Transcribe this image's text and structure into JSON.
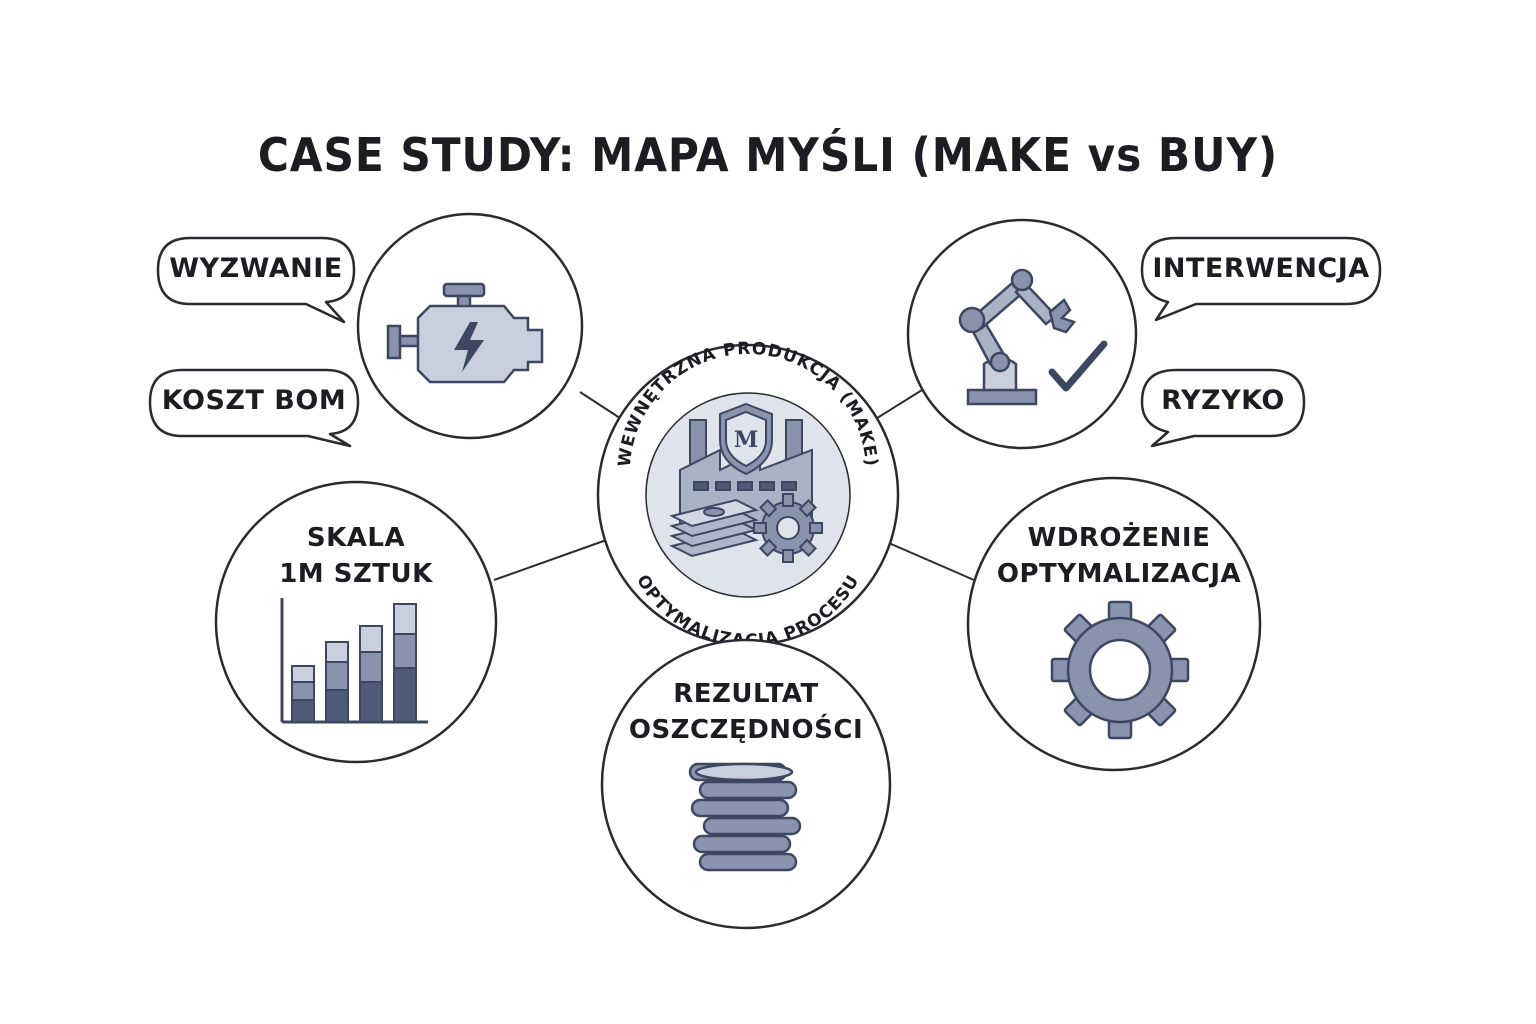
{
  "title": "CASE STUDY: MAPA MYŚLI (MAKE vs BUY)",
  "center": {
    "top_arc": "WEWNĘTRZNA PRODUKCJA (MAKE)",
    "bottom_arc": "OPTYMALIZACJA PROCESU",
    "icon": "factory-shield-money-gear-icon",
    "shield_letter": "M"
  },
  "bubbles": {
    "wyzwanie": "WYZWANIE",
    "koszt_bom": "KOSZT BOM",
    "interwencja": "INTERWENCJA",
    "ryzyko": "RYZYKO"
  },
  "nodes": {
    "engine": {
      "icon": "engine-icon"
    },
    "robot": {
      "icon": "robot-arm-check-icon"
    },
    "skala": {
      "line1": "SKALA",
      "line2": "1M SZTUK",
      "icon": "bar-chart-icon"
    },
    "wdrozenie": {
      "line1": "WDROŻENIE",
      "line2": "OPTYMALIZACJA",
      "icon": "gear-icon"
    },
    "rezultat": {
      "line1": "REZULTAT",
      "line2": "OSZCZĘDNOŚCI",
      "icon": "coin-stack-icon"
    }
  },
  "colors": {
    "ink": "#1f2024",
    "icon_fill": "#8a93ad",
    "icon_light": "#c9cfdd",
    "icon_dark": "#4f5a78",
    "bg_disc": "#dfe3ec"
  }
}
